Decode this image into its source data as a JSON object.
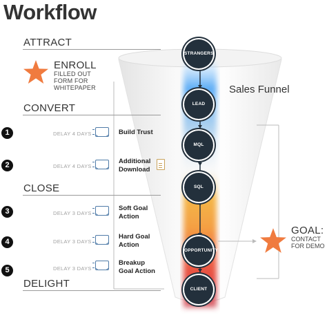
{
  "title": "Workflow",
  "sections": {
    "attract": "ATTRACT",
    "convert": "CONVERT",
    "close": "CLOSE",
    "delight": "DELIGHT"
  },
  "enroll": {
    "title": "ENROLL",
    "lines": [
      "FILLED OUT",
      "FORM FOR",
      "WHITEPAPER"
    ]
  },
  "steps": [
    {
      "number": "1",
      "delay": "DELAY 4 DAYS",
      "lines": [
        "Build Trust"
      ]
    },
    {
      "number": "2",
      "delay": "DELAY 4 DAYS",
      "lines": [
        "Additional",
        "Download"
      ]
    },
    {
      "number": "3",
      "delay": "DELAY 3 DAYS",
      "lines": [
        "Soft Goal",
        "Action"
      ]
    },
    {
      "number": "4",
      "delay": "DELAY 3 DAYS",
      "lines": [
        "Hard Goal",
        "Action"
      ]
    },
    {
      "number": "5",
      "delay": "DELAY 3 DAYS",
      "lines": [
        "Breakup",
        "Goal Action"
      ]
    }
  ],
  "funnel": {
    "label": "Sales Funnel",
    "stages": [
      "STRANGERS",
      "LEAD",
      "MQL",
      "SQL",
      "OPPORTUNITY",
      "CLIENT"
    ]
  },
  "goal": {
    "title": "GOAL:",
    "lines": [
      "CONTACT",
      "FOR DEMO"
    ]
  },
  "colors": {
    "star": "#f07b3f",
    "node": "#23303c",
    "mail": "#4f7ba8",
    "doc": "#c9a25a",
    "text": "#333333"
  },
  "icons": {
    "star": "star-icon",
    "mail": "envelope-icon",
    "doc": "document-icon"
  }
}
